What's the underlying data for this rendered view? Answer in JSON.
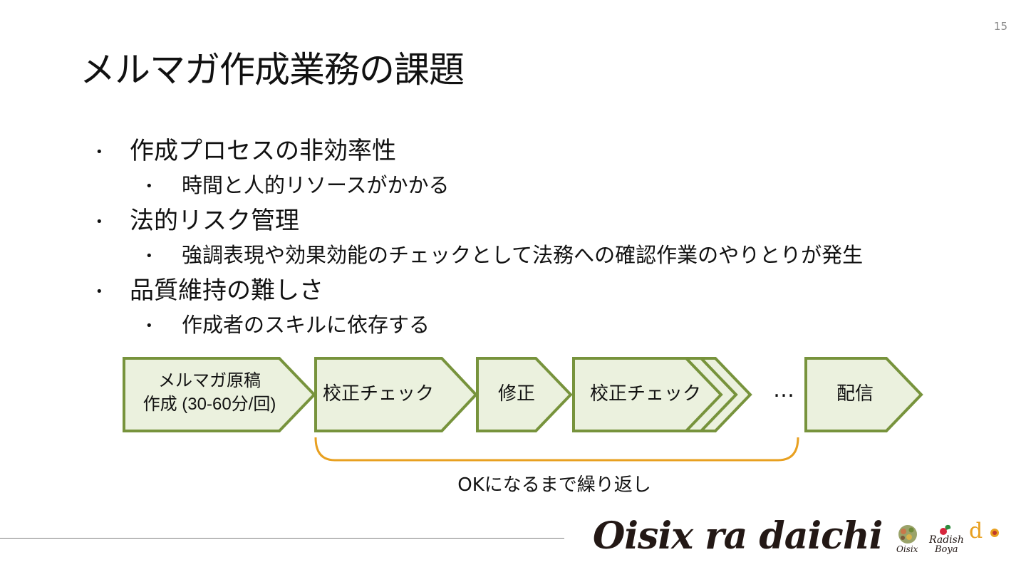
{
  "page_number": "15",
  "title": "メルマガ作成業務の課題",
  "bullets": [
    {
      "text": "作成プロセスの非効率性",
      "sub": "時間と人的リソースがかかる"
    },
    {
      "text": "法的リスク管理",
      "sub": "強調表現や効果効能のチェックとして法務への確認作業のやりとりが発生"
    },
    {
      "text": "品質維持の難しさ",
      "sub": "作成者のスキルに依存する"
    }
  ],
  "bullet_glyph": "•",
  "flow": {
    "steps": [
      {
        "line1": "メルマガ原稿",
        "line2": "作成 (30-60分/回)"
      },
      {
        "line1": "校正チェック"
      },
      {
        "line1": "修正"
      },
      {
        "line1": "校正チェック"
      },
      {
        "line1": "配信"
      }
    ],
    "ellipsis": "…",
    "repeat_label": "OKになるまで繰り返し",
    "colors": {
      "fill": "#ebf1de",
      "stroke": "#77933c",
      "brace": "#e8a020"
    }
  },
  "footer": {
    "brand": "Oisix ra daichi",
    "sub_brands": [
      "Oisix",
      "Radish",
      "Boya",
      "d"
    ]
  }
}
